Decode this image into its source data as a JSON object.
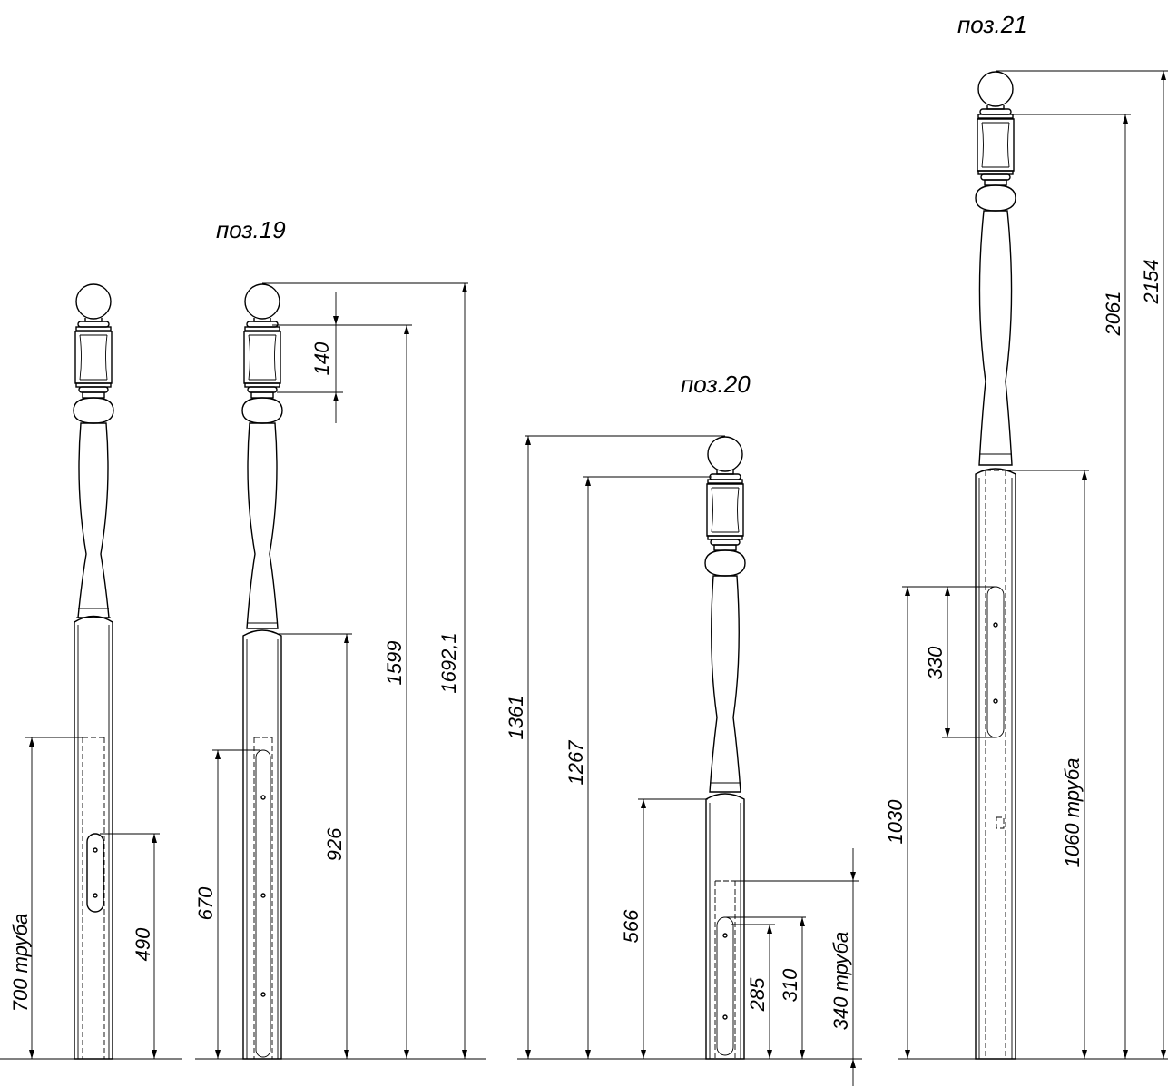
{
  "labels": {
    "pos19": "поз.19",
    "pos20": "поз.20",
    "pos21": "поз.21"
  },
  "dimensions": {
    "p0_tube": "700 труба",
    "p0_slot": "490",
    "p19_140": "140",
    "p19_670": "670",
    "p19_926": "926",
    "p19_1599": "1599",
    "p19_1692": "1692,1",
    "p20_1361": "1361",
    "p20_1267": "1267",
    "p20_566": "566",
    "p20_285": "285",
    "p20_310": "310",
    "p20_tube": "340 труба",
    "p21_1030": "1030",
    "p21_330": "330",
    "p21_tube": "1060 труба",
    "p21_2061": "2061",
    "p21_2154": "2154"
  }
}
